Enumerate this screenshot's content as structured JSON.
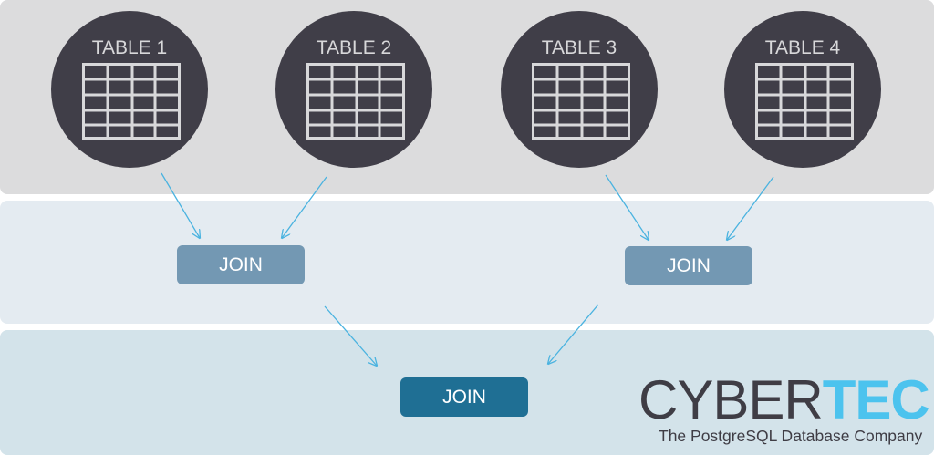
{
  "tables": [
    {
      "label": "TABLE 1"
    },
    {
      "label": "TABLE 2"
    },
    {
      "label": "TABLE 3"
    },
    {
      "label": "TABLE 4"
    }
  ],
  "joins": {
    "left": "JOIN",
    "right": "JOIN",
    "final": "JOIN"
  },
  "logo": {
    "name_part1": "CYBER",
    "name_part2": "TEC",
    "tagline": "The PostgreSQL Database Company"
  },
  "colors": {
    "circle": "#403e48",
    "join_light": "#7398b3",
    "join_dark": "#1f6f94",
    "arrow": "#4ab3e0",
    "brand_blue": "#4cc3ee"
  }
}
